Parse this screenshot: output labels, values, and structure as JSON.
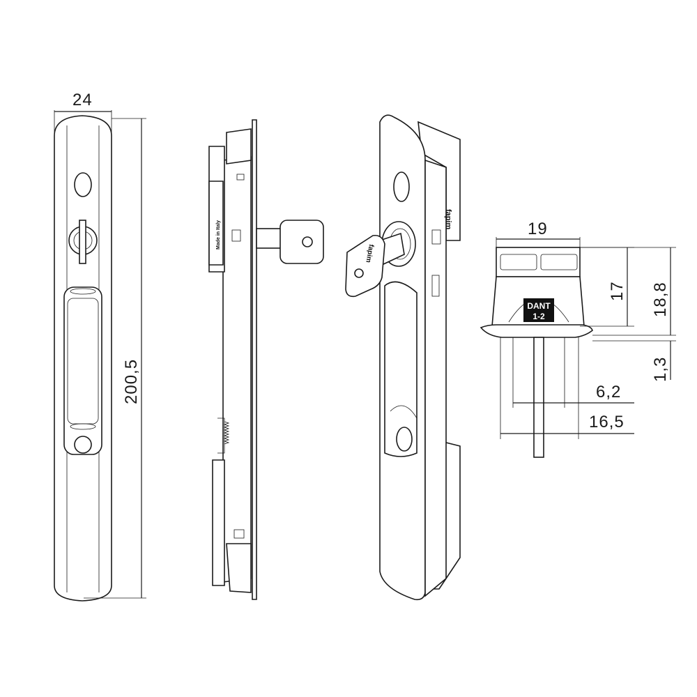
{
  "title": "Sliding door handle with key lock - technical drawing",
  "front_view": {
    "width_label": "24",
    "height_label": "200,5"
  },
  "side_view": {
    "marking": "Made in Italy"
  },
  "perspective_view": {
    "brand_marking": "fapim"
  },
  "cylinder_detail": {
    "width_label": "19",
    "height_label": "17",
    "overall_height_label": "18,8",
    "flange_label": "1,3",
    "tail_label": "6,2",
    "base_label": "16,5",
    "stamp_line1": "DANT",
    "stamp_line2": "1-2"
  },
  "colors": {
    "line": "#1a1a1a",
    "background": "#ffffff"
  }
}
